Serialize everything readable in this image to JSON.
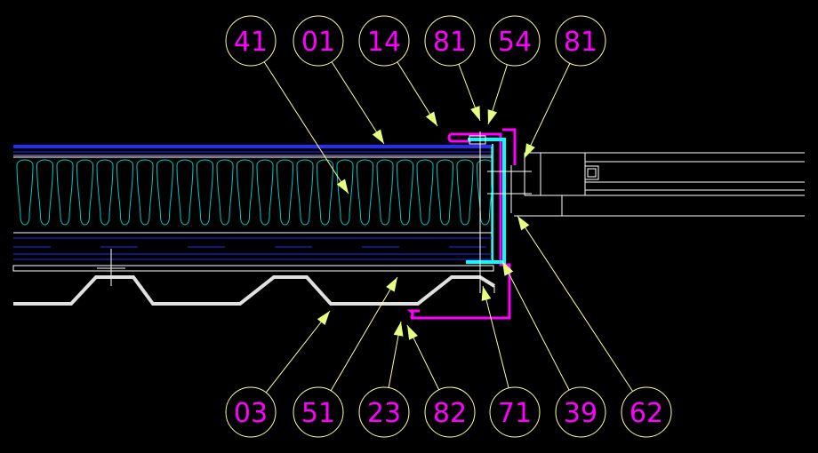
{
  "colors": {
    "background": "#000000",
    "label_text": "#ff00ff",
    "callout_circle": "#ffff99",
    "leader": "#ffff99",
    "arrowhead": "#e6ff80",
    "membrane": "#2a2aff",
    "insulation": "#00c8c8",
    "deck": "#ffffff",
    "trim": "#ff00ff",
    "flashing": "#00ffff",
    "window_frame": "#ffffff"
  },
  "callouts_top": [
    "41",
    "01",
    "14",
    "81",
    "54",
    "81"
  ],
  "callouts_bottom": [
    "03",
    "51",
    "23",
    "82",
    "71",
    "39",
    "62"
  ]
}
